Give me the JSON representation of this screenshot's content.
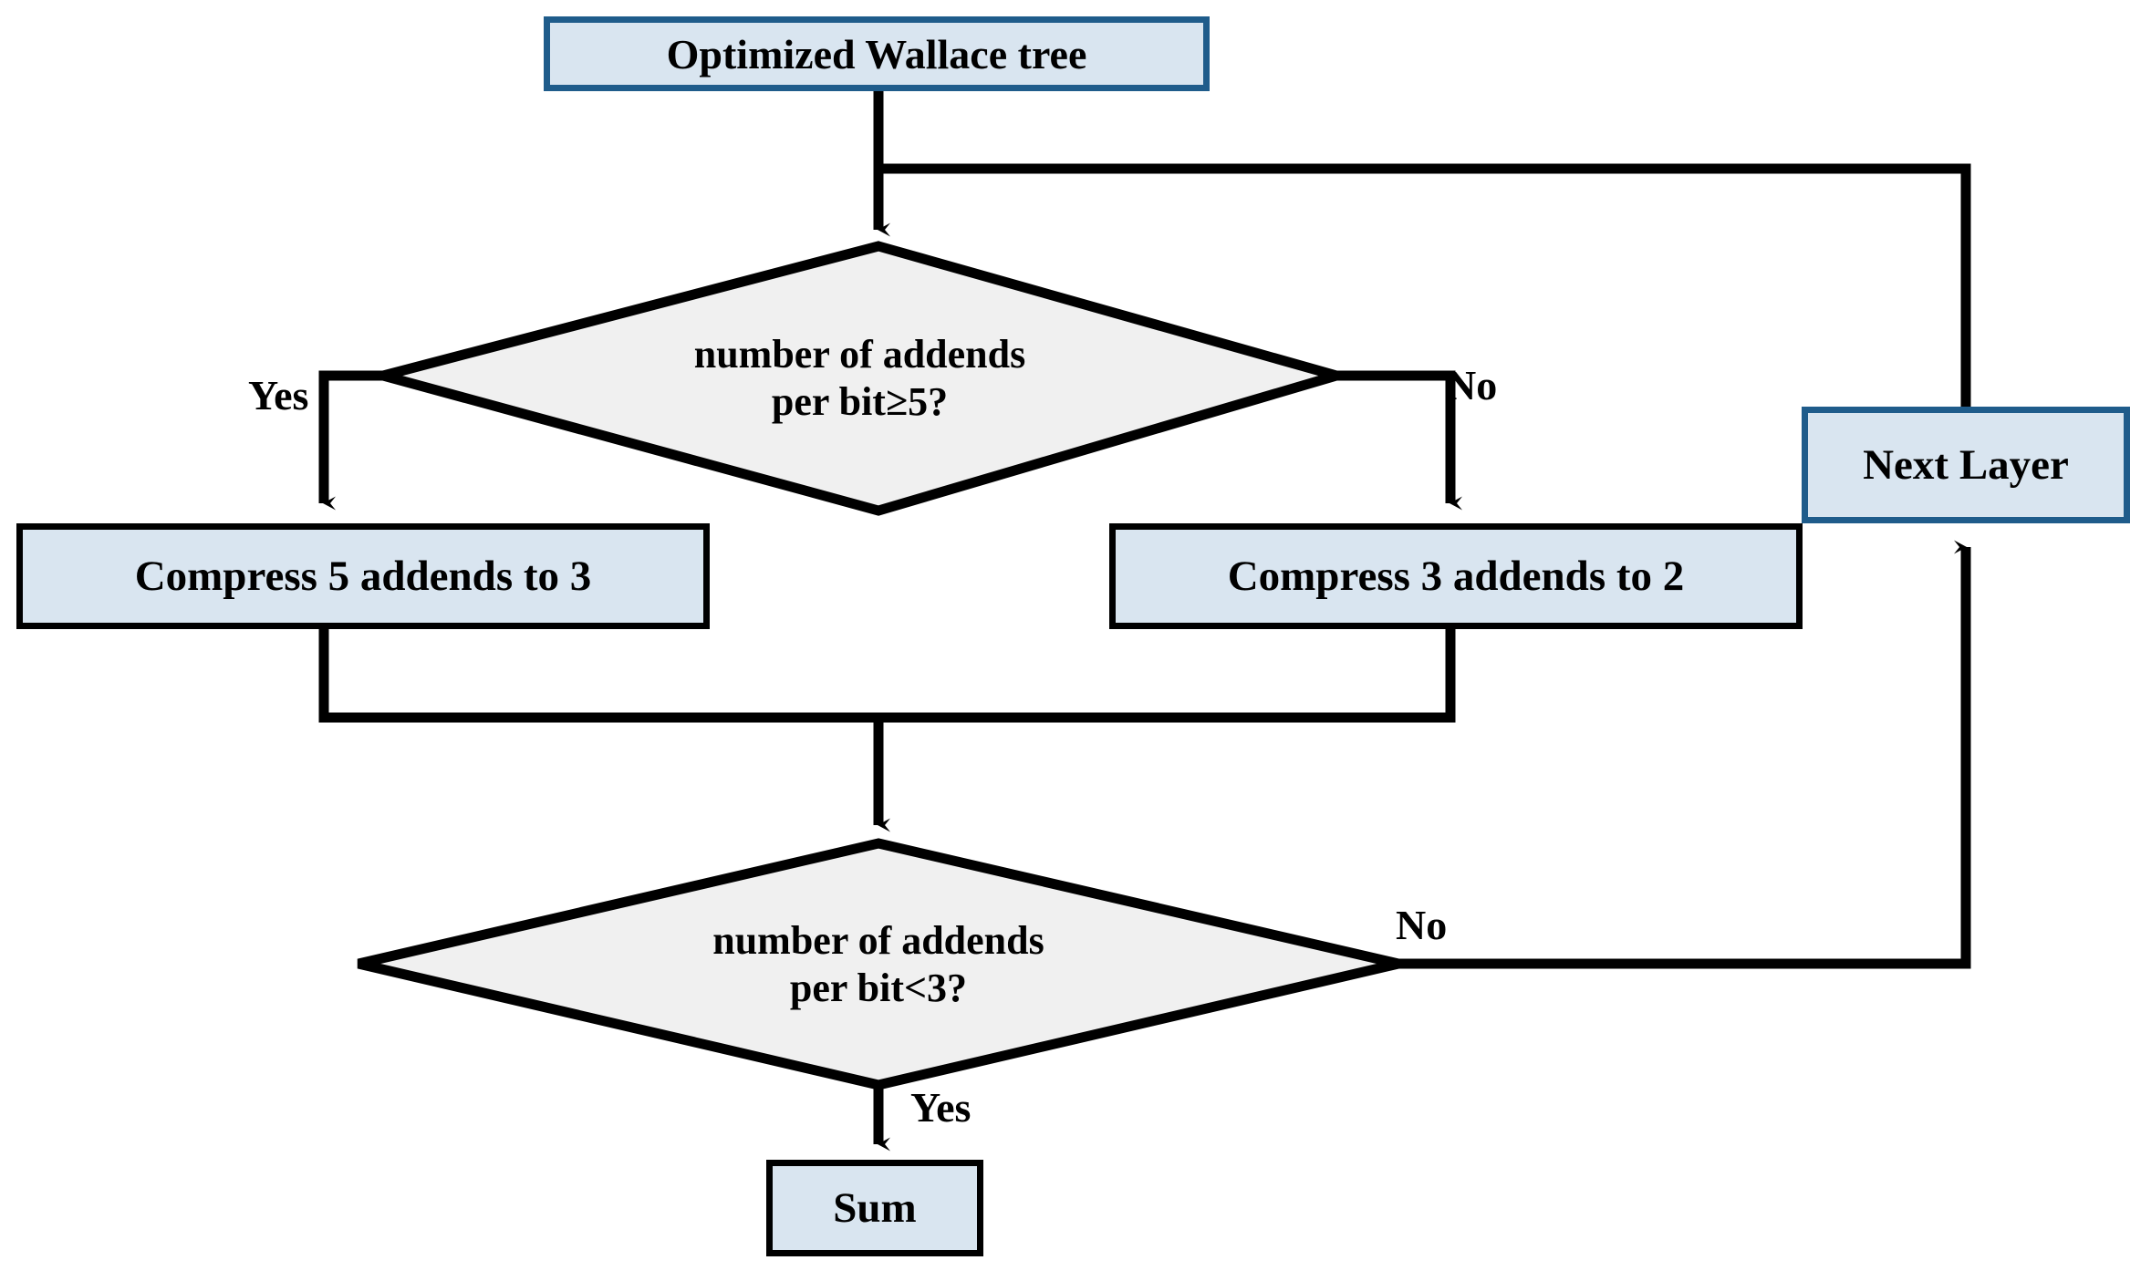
{
  "diagram": {
    "title": "Optimized Wallace tree flowchart",
    "colors": {
      "process_fill": "#D9E5F0",
      "process_border_primary": "#1F5C8B",
      "process_border": "#000000",
      "decision_fill": "#F0F0F0",
      "decision_border": "#000000",
      "connector": "#000000",
      "background": "#FFFFFF"
    },
    "nodes": {
      "start": {
        "label": "Optimized Wallace tree",
        "shape": "process"
      },
      "decision_ge5": {
        "label": "number of addends\nper bit≥5?",
        "shape": "decision"
      },
      "compress_5_to_3": {
        "label": "Compress 5 addends to 3",
        "shape": "process"
      },
      "compress_3_to_2": {
        "label": "Compress 3 addends to 2",
        "shape": "process"
      },
      "next_layer": {
        "label": "Next Layer",
        "shape": "process"
      },
      "decision_lt3": {
        "label": "number of addends\nper bit<3?",
        "shape": "decision"
      },
      "sum": {
        "label": "Sum",
        "shape": "process"
      }
    },
    "edge_labels": {
      "ge5_yes": "Yes",
      "ge5_no": "No",
      "lt3_no": "No",
      "lt3_yes": "Yes"
    }
  }
}
